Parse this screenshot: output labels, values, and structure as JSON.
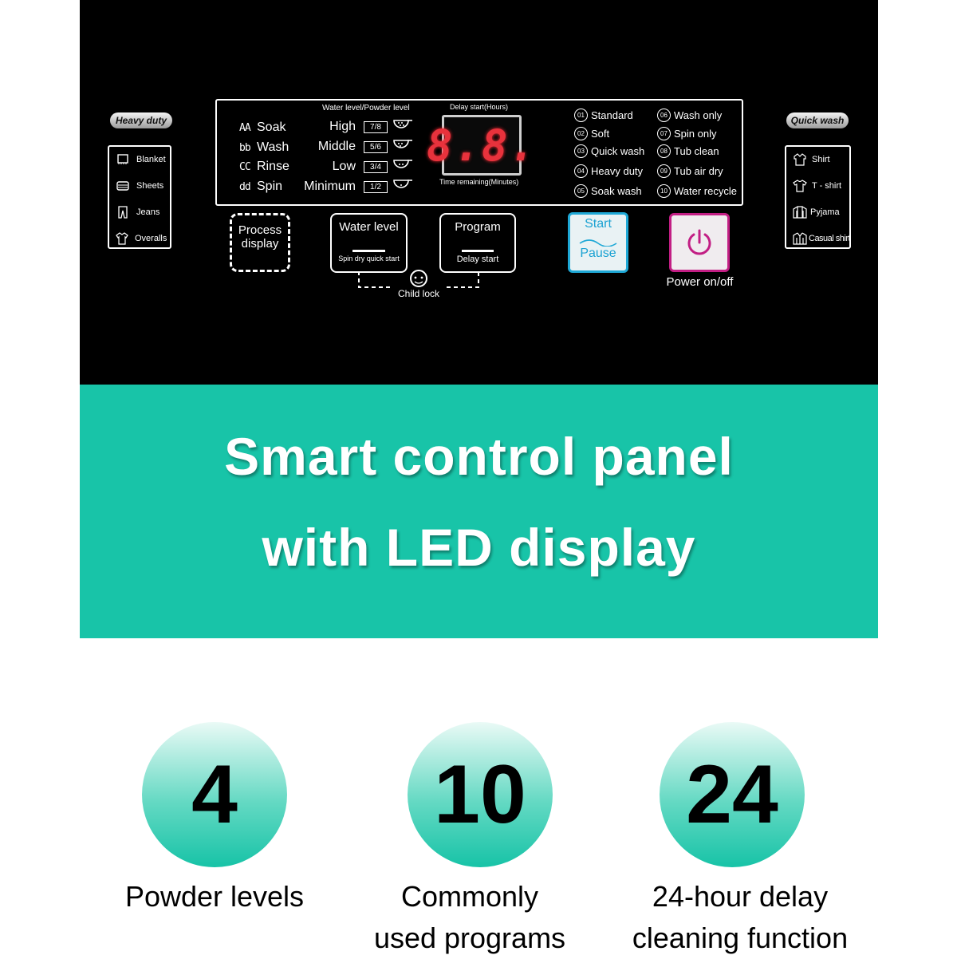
{
  "panel": {
    "left_pill": "Heavy duty",
    "right_pill": "Quick wash",
    "left_fabrics": [
      {
        "icon": "blanket-icon",
        "label": "Blanket"
      },
      {
        "icon": "sheets-icon",
        "label": "Sheets"
      },
      {
        "icon": "jeans-icon",
        "label": "Jeans"
      },
      {
        "icon": "overalls-icon",
        "label": "Overalls"
      }
    ],
    "right_fabrics": [
      {
        "icon": "shirt-icon",
        "label": "Shirt"
      },
      {
        "icon": "t-shirt-icon",
        "label": "T - shirt"
      },
      {
        "icon": "pyjama-icon",
        "label": "Pyjama"
      },
      {
        "icon": "casual-shirt-icon",
        "label": "Casual shirt"
      }
    ],
    "water_level_header": "Water level/Powder level",
    "modes": [
      {
        "seg": "AA",
        "label": "Soak"
      },
      {
        "seg": "bb",
        "label": "Wash"
      },
      {
        "seg": "CC",
        "label": "Rinse"
      },
      {
        "seg": "dd",
        "label": "Spin"
      }
    ],
    "levels": [
      {
        "label": "High",
        "fraction": "7/8"
      },
      {
        "label": "Middle",
        "fraction": "5/6"
      },
      {
        "label": "Low",
        "fraction": "3/4"
      },
      {
        "label": "Minimum",
        "fraction": "1/2"
      }
    ],
    "delay_header": "Delay start(Hours)",
    "led_value": "8.8.",
    "remaining_footer": "Time remaining(Minutes)",
    "programs": [
      {
        "num": "01",
        "label": "Standard"
      },
      {
        "num": "02",
        "label": "Soft"
      },
      {
        "num": "03",
        "label": "Quick wash"
      },
      {
        "num": "04",
        "label": "Heavy duty"
      },
      {
        "num": "05",
        "label": "Soak wash"
      },
      {
        "num": "06",
        "label": "Wash only"
      },
      {
        "num": "07",
        "label": "Spin only"
      },
      {
        "num": "08",
        "label": "Tub clean"
      },
      {
        "num": "09",
        "label": "Tub air dry"
      },
      {
        "num": "10",
        "label": "Water recycle"
      }
    ],
    "process_display": [
      "Process",
      "display"
    ],
    "water_level_button": "Water level",
    "water_level_sub": "Spin dry quick start",
    "program_button": "Program",
    "program_sub": "Delay start",
    "child_lock": "Child lock",
    "start_label": "Start",
    "pause_label": "Pause",
    "power_label": "Power on/off",
    "colors": {
      "start": "#1ea8d6",
      "power": "#c21e84",
      "led": "#e8323c"
    }
  },
  "banner": {
    "line1": "Smart control panel",
    "line2": "with LED display",
    "color": "#18c4a8"
  },
  "stats": [
    {
      "number": "4",
      "label_lines": [
        "Powder levels"
      ]
    },
    {
      "number": "10",
      "label_lines": [
        "Commonly",
        "used programs"
      ]
    },
    {
      "number": "24",
      "label_lines": [
        "24-hour delay",
        "cleaning function"
      ]
    }
  ]
}
